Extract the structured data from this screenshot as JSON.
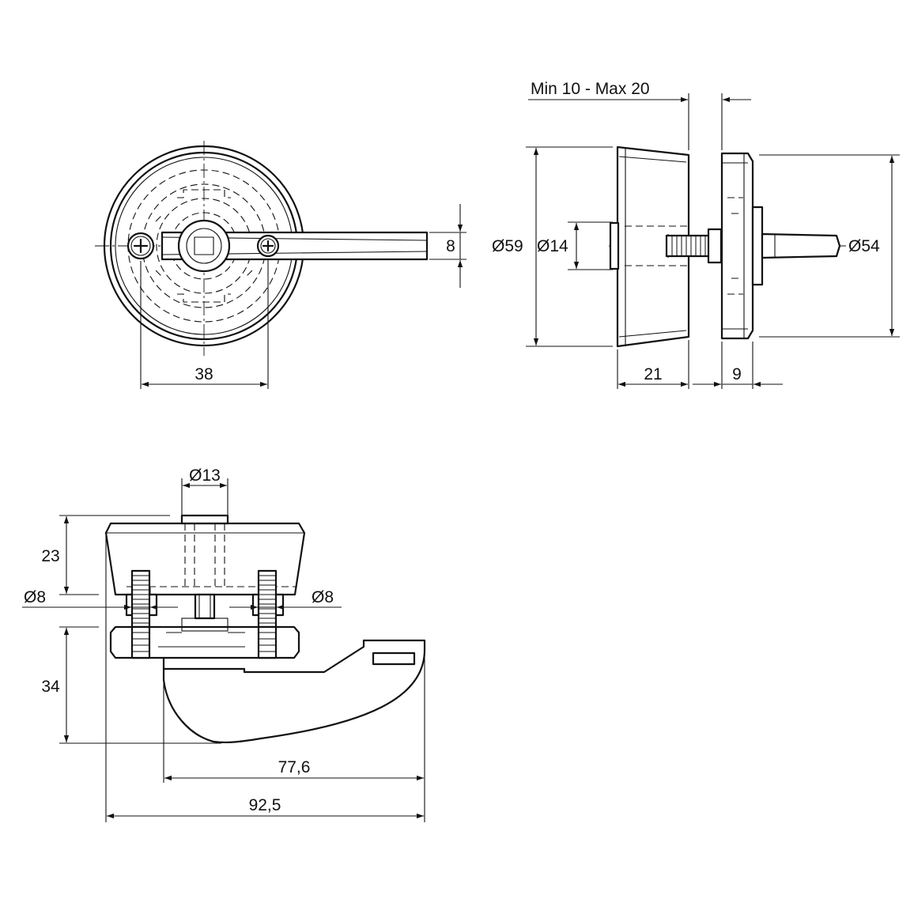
{
  "front_view": {
    "width_label": "38",
    "handle_height_label": "8"
  },
  "side_view": {
    "range_label": "Min 10 - Max 20",
    "outer_diameter_label": "Ø59",
    "shaft_diameter_label": "Ø14",
    "inner_diameter_label": "Ø54",
    "knob_depth_label": "21",
    "rosette_depth_label": "9"
  },
  "bottom_view": {
    "spindle_diameter_label": "Ø13",
    "rosette_height_label": "23",
    "left_screw_label": "Ø8",
    "right_screw_label": "Ø8",
    "handle_height_label": "34",
    "handle_length_label": "77,6",
    "overall_length_label": "92,5"
  }
}
